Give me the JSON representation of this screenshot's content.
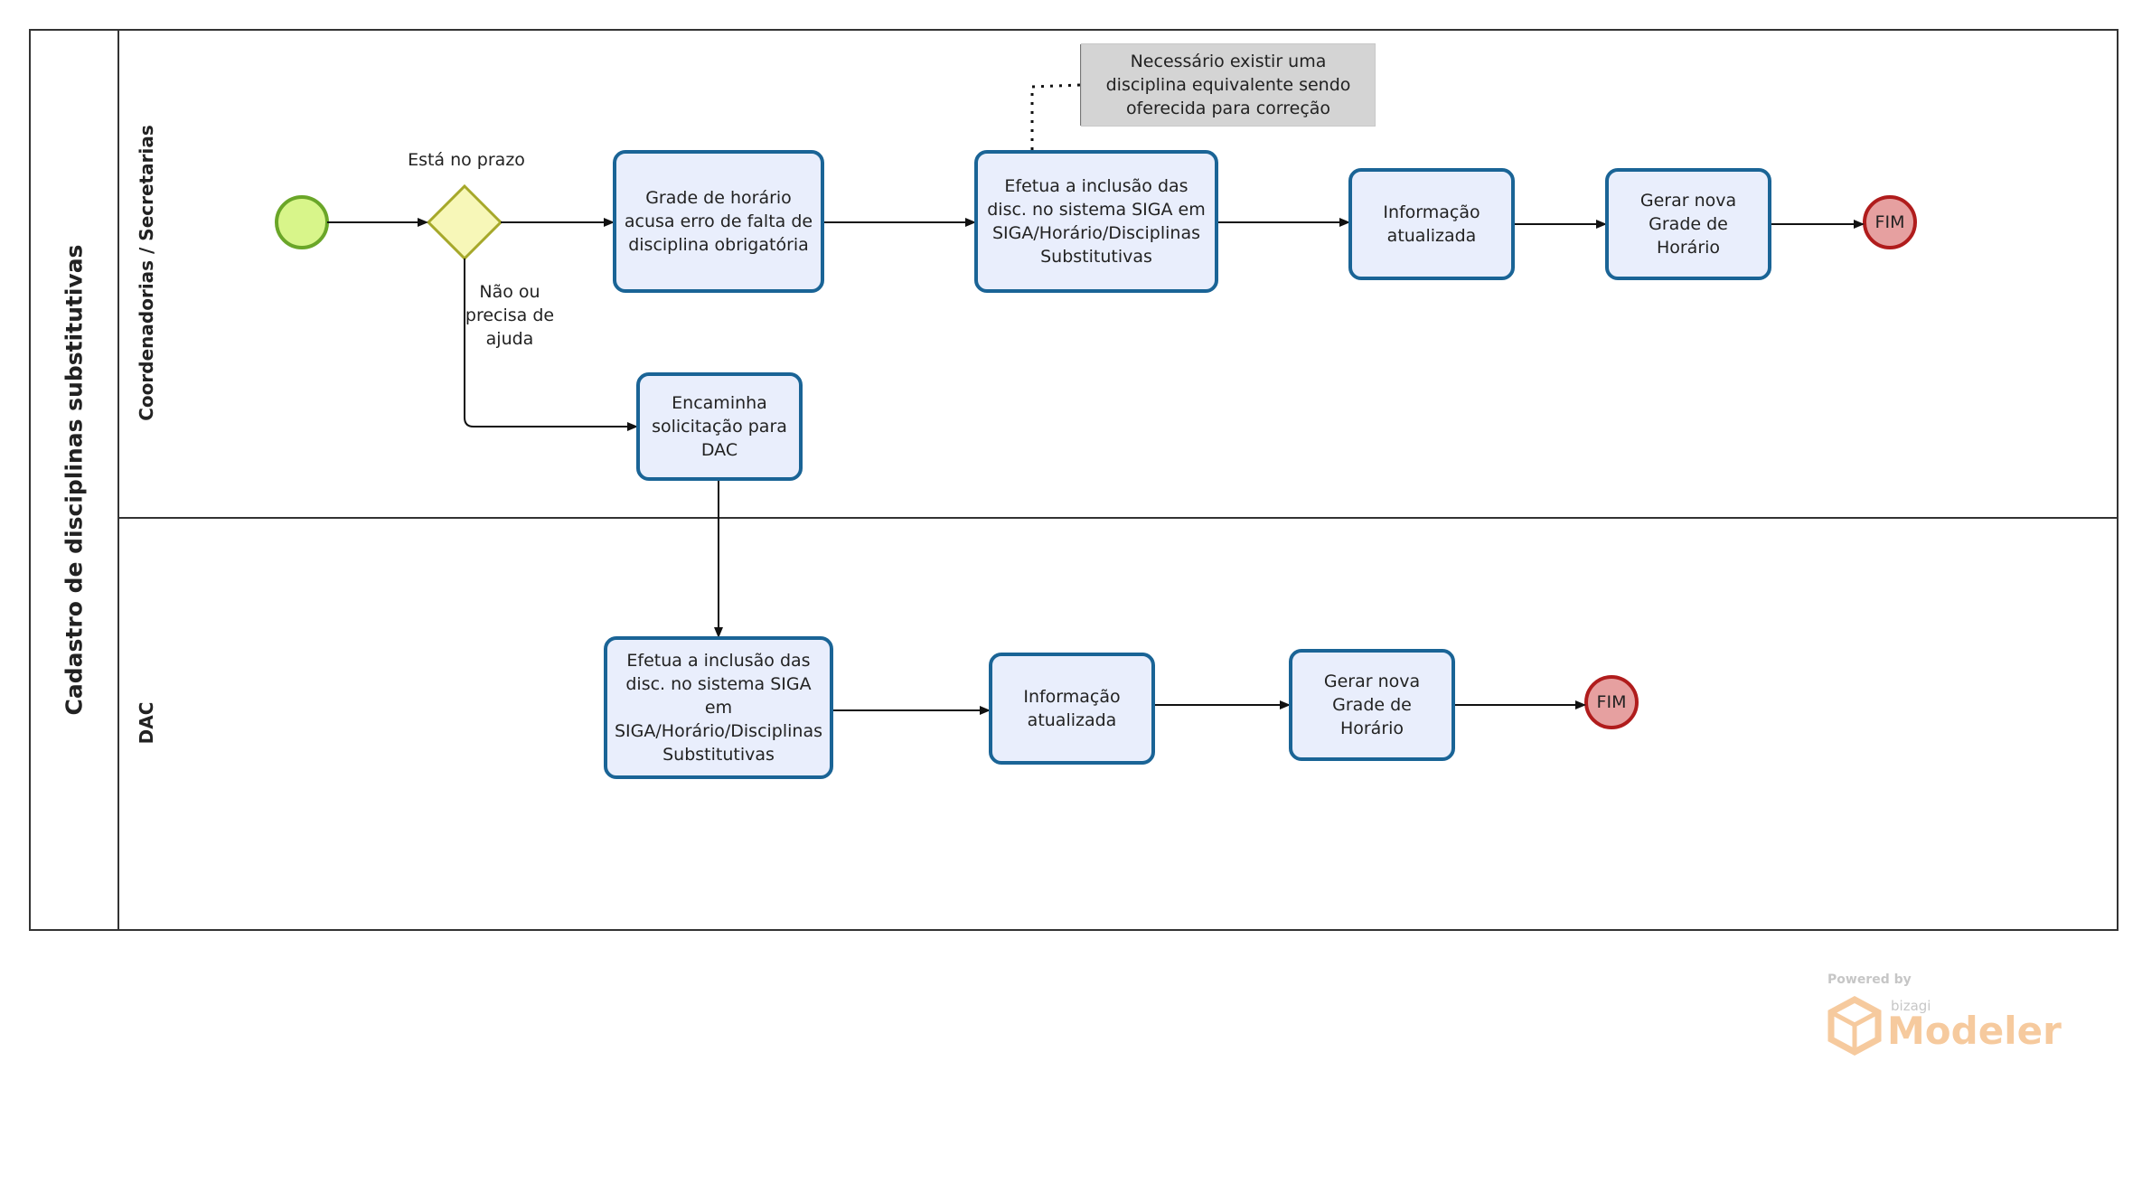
{
  "pool": {
    "title": "Cadastro de disciplinas substitutivas"
  },
  "lanes": [
    {
      "title": "Coordenadorias / Secretarias"
    },
    {
      "title": "DAC"
    }
  ],
  "gateway": {
    "label": "Está no prazo",
    "alt_path_label": "Não ou precisa de ajuda"
  },
  "lane1_tasks": {
    "grade_erro": "Grade de horário acusa erro de falta de disciplina obrigatória",
    "efetua_inclusao": "Efetua a inclusão das disc. no sistema SIGA em SIGA/Horário/Disciplinas Substitutivas",
    "informacao": "Informação atualizada",
    "gerar_grade": "Gerar nova Grade de Horário",
    "encaminha": "Encaminha solicitação para DAC"
  },
  "lane2_tasks": {
    "efetua_inclusao": "Efetua a inclusão das disc. no sistema SIGA em SIGA/Horário/Disciplinas Substitutivas",
    "informacao": "Informação atualizada",
    "gerar_grade": "Gerar nova Grade de Horário"
  },
  "annotation": "Necessário existir uma disciplina equivalente sendo oferecida para correção",
  "end_events": {
    "lane1": "FIM",
    "lane2": "FIM"
  },
  "watermark": {
    "powered": "Powered by",
    "brand": "bizagi",
    "product": "Modeler"
  },
  "colors": {
    "task_border": "#1a6496",
    "task_fill": "#e9eefc",
    "start_fill": "#d8f58a",
    "start_stroke": "#6aa628",
    "gateway_fill": "#f7f7b8",
    "gateway_stroke": "#a6a82a",
    "end_fill": "#e6a0a0",
    "end_stroke": "#b01c1c"
  }
}
